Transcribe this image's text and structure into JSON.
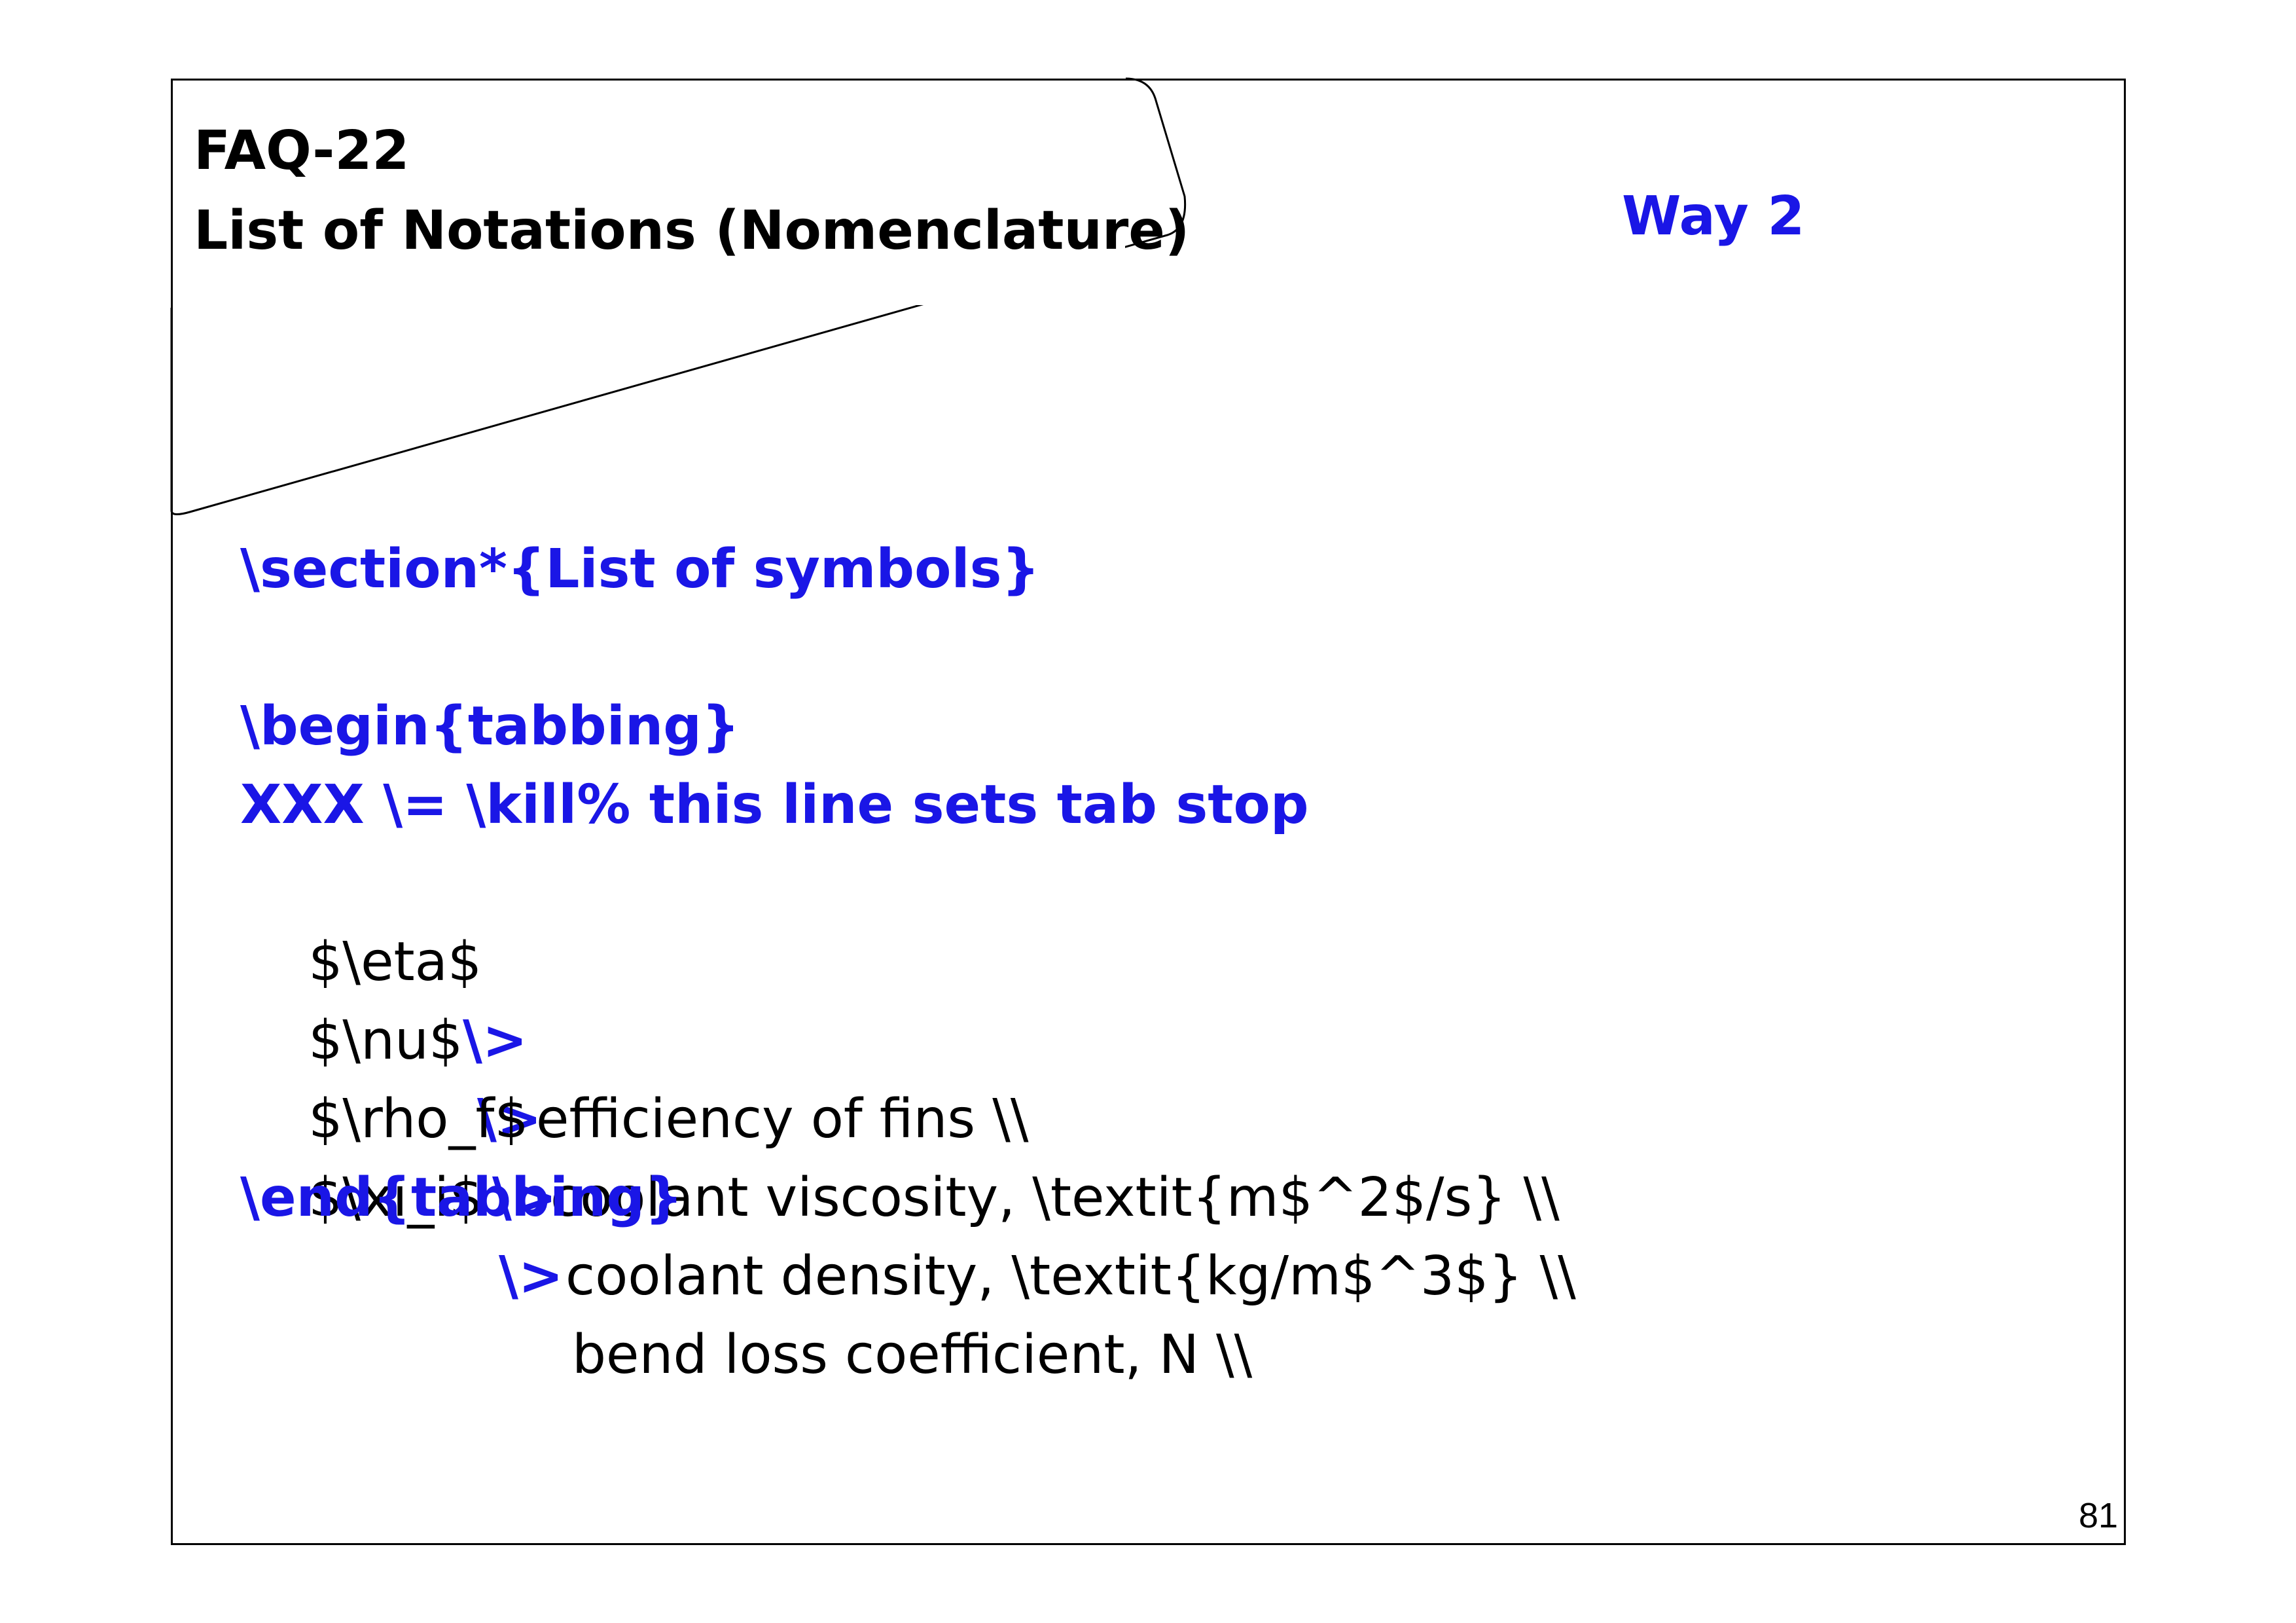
{
  "header": {
    "faq_number": "FAQ-22",
    "title": "List of Notations (Nomenclature)"
  },
  "way_label": "Way 2",
  "code": {
    "section_line": "\\section*{List of symbols}",
    "begin_line": "\\begin{tabbing}",
    "kill_line": "XXX \\= \\kill% this line sets tab stop",
    "tab_separator": "\\>",
    "rows": [
      {
        "symbol": "$\\eta$",
        "description": "efficiency of fins \\\\"
      },
      {
        "symbol": "$\\nu$",
        "description": "coolant viscosity, \\textit{m$^2$/s} \\\\"
      },
      {
        "symbol": "$\\rho_f$",
        "description": "coolant density, \\textit{kg/m$^3$} \\\\"
      },
      {
        "symbol": "$\\xi_i$",
        "description": "bend loss coefficient, N \\\\"
      }
    ],
    "end_line": "\\end{tabbing}"
  },
  "page_number": "81",
  "colors": {
    "accent_blue": "#1a16e6",
    "text": "#000000",
    "frame": "#000000"
  }
}
